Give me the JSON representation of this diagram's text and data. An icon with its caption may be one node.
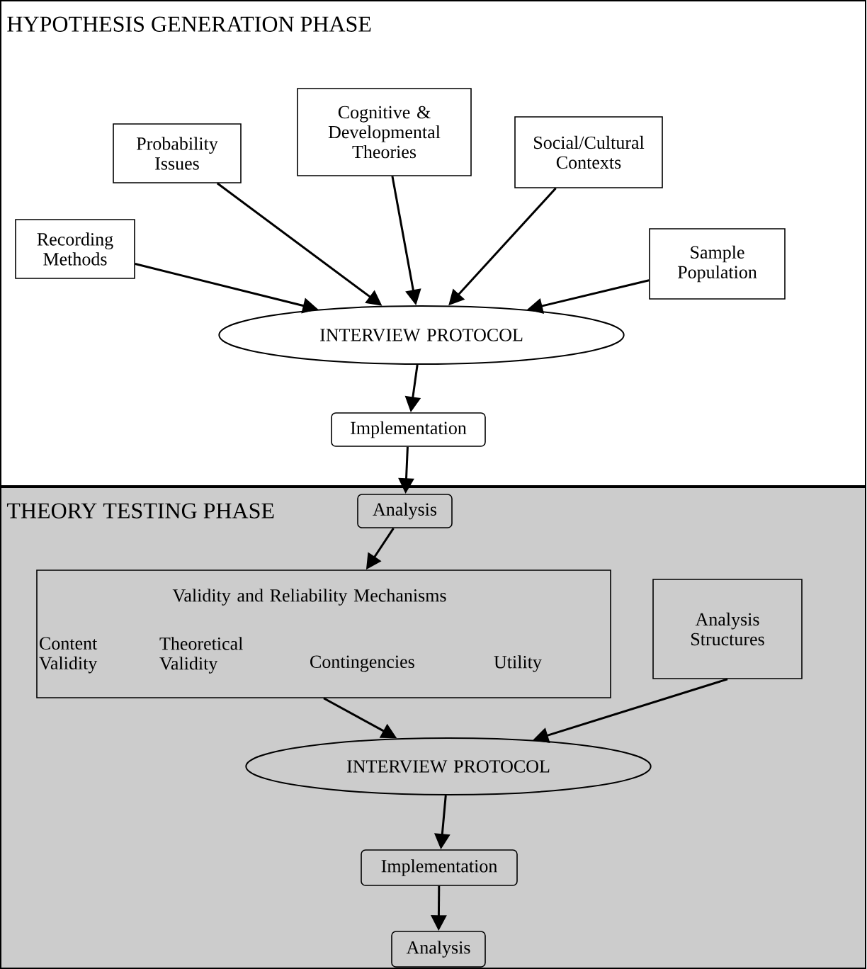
{
  "diagram": {
    "nodes": [
      {
        "text": [
          "HYPOTHESIS GENERATION PHASE"
        ]
      },
      {
        "text": [
          "Probability Issues"
        ],
        "in": 0
      },
      {
        "text": [
          "Cognitive & Developmental Theories"
        ],
        "in": 0
      },
      {
        "text": [
          "Social/Cultural Contexts"
        ],
        "in": 0
      },
      {
        "text": [
          "Recording Methods"
        ],
        "in": 0
      },
      {
        "text": [
          "Sample Population"
        ],
        "in": 0
      },
      {
        "text": [
          "INTERVIEW PROTOCOL"
        ],
        "in": 0
      },
      {
        "text": [
          "Implementation"
        ],
        "in": 0
      },
      {
        "text": [
          "THEORY TESTING PHASE"
        ]
      },
      {
        "text": [
          "Analysis"
        ],
        "in": 8
      },
      {
        "text": [
          "Validity and Reliability Mechanisms",
          "Content Validity",
          "Theoretical Validity",
          "Contingencies",
          "Utility"
        ],
        "in": 8
      },
      {
        "text": [
          "Analysis Structures"
        ],
        "in": 8
      },
      {
        "text": [
          "INTERVIEW PROTOCOL"
        ],
        "in": 8
      },
      {
        "text": [
          "Implementation"
        ],
        "in": 8
      },
      {
        "text": [
          "Analysis"
        ],
        "in": 8
      }
    ],
    "edges": [
      {
        "from": 4,
        "to": 6,
        "arrow": "to"
      },
      {
        "from": 1,
        "to": 6,
        "arrow": "to"
      },
      {
        "from": 2,
        "to": 6,
        "arrow": "to"
      },
      {
        "from": 3,
        "to": 6,
        "arrow": "to"
      },
      {
        "from": 5,
        "to": 6,
        "arrow": "to"
      },
      {
        "from": 6,
        "to": 7,
        "arrow": "to"
      },
      {
        "from": 7,
        "to": 9,
        "arrow": "to"
      },
      {
        "from": 9,
        "to": 10,
        "arrow": "to"
      },
      {
        "from": 10,
        "to": 12,
        "arrow": "to"
      },
      {
        "from": 11,
        "to": 12,
        "arrow": "to"
      },
      {
        "from": 12,
        "to": 13,
        "arrow": "to"
      },
      {
        "from": 13,
        "to": 14,
        "arrow": "to"
      }
    ]
  }
}
